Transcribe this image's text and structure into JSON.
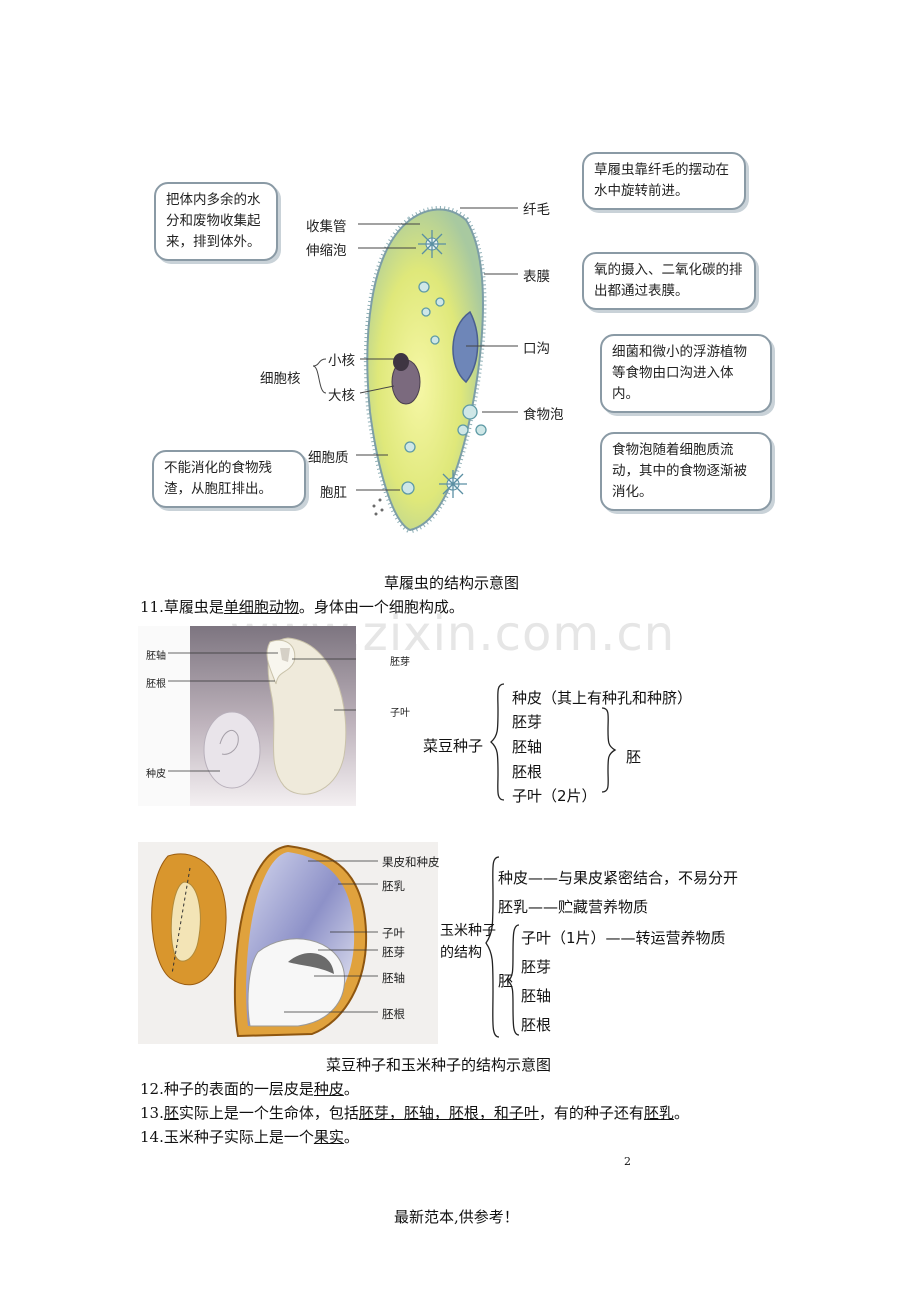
{
  "paramecium": {
    "caption": "草履虫的结构示意图",
    "labels": {
      "cilia": "纤毛",
      "collecting_tube": "收集管",
      "contractile_vacuole": "伸缩泡",
      "membrane": "表膜",
      "oral_groove": "口沟",
      "nucleus": "细胞核",
      "micronucleus": "小核",
      "macronucleus": "大核",
      "food_vacuole": "食物泡",
      "cytoplasm": "细胞质",
      "anal_pore": "胞肛"
    },
    "callouts": {
      "left_top": "把体内多余的水分和废物收集起来，排到体外。",
      "right_top": "草履虫靠纤毛的摆动在水中旋转前进。",
      "right_membrane": "氧的摄入、二氧化碳的排出都通过表膜。",
      "right_oral": "细菌和微小的浮游植物等食物由口沟进入体内。",
      "right_food": "食物泡随着细胞质流动，其中的食物逐渐被消化。",
      "left_bottom": "不能消化的食物残渣，从胞肛排出。"
    }
  },
  "text": {
    "p11_prefix": "11.草履虫是",
    "p11_term": "单细胞动物",
    "p11_suffix": "。身体由一个细胞构成。",
    "figure_caption": "菜豆种子和玉米种子的结构示意图",
    "p12_prefix": "12.种子的表面的一层皮是",
    "p12_term": "种皮",
    "p12_suffix": "。",
    "p13_num": "13.",
    "p13_term1": "胚",
    "p13_mid": "实际上是一个生命体，包括",
    "p13_term2": "胚芽，胚轴，胚根，和子叶",
    "p13_mid2": "，有的种子还有",
    "p13_term3": "胚乳",
    "p13_suffix": "。",
    "p14_prefix": "14.玉米种子实际上是一个",
    "p14_term": "果实",
    "p14_suffix": "。",
    "page_number": "2",
    "footer": "最新范本,供参考！",
    "watermark": "www.zixin.com.cn"
  },
  "bean": {
    "image_labels": {
      "hypocotyl": "胚轴",
      "plumule": "胚芽",
      "radicle": "胚根",
      "cotyledon": "子叶",
      "seed_coat": "种皮"
    },
    "title": "菜豆种子",
    "items": [
      "种皮（其上有种孔和种脐）",
      "胚芽",
      "胚轴",
      "胚根",
      "子叶（2片）"
    ],
    "embryo": "胚"
  },
  "corn": {
    "image_labels": {
      "pericarp": "果皮和种皮",
      "endosperm": "胚乳",
      "cotyledon": "子叶",
      "plumule": "胚芽",
      "hypocotyl": "胚轴",
      "radicle": "胚根"
    },
    "title_line1": "玉米种子",
    "title_line2": "的结构",
    "seed_coat": "种皮——与果皮紧密结合，不易分开",
    "endosperm": "胚乳——贮藏营养物质",
    "embryo": "胚",
    "embryo_items": [
      "子叶（1片）——转运营养物质",
      "胚芽",
      "胚轴",
      "胚根"
    ]
  }
}
